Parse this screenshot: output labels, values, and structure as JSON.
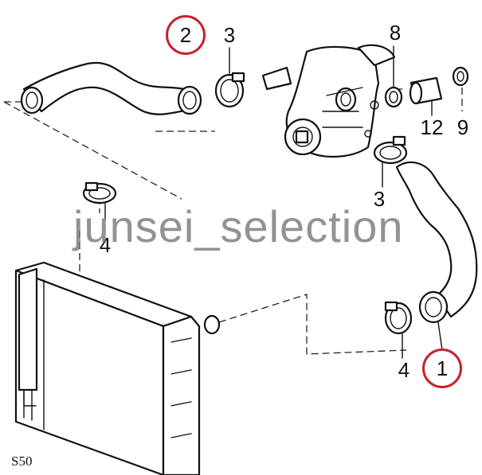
{
  "callouts": {
    "part_2": "2",
    "part_3_top": "3",
    "part_8": "8",
    "part_12": "12",
    "part_9": "9",
    "part_3_mid": "3",
    "part_4_left": "4",
    "part_4_right": "4",
    "part_1": "1"
  },
  "highlighted_parts": [
    "1",
    "2"
  ],
  "highlight_color": "#c8202e",
  "watermark": "junsei_selection",
  "model_code": "S50"
}
